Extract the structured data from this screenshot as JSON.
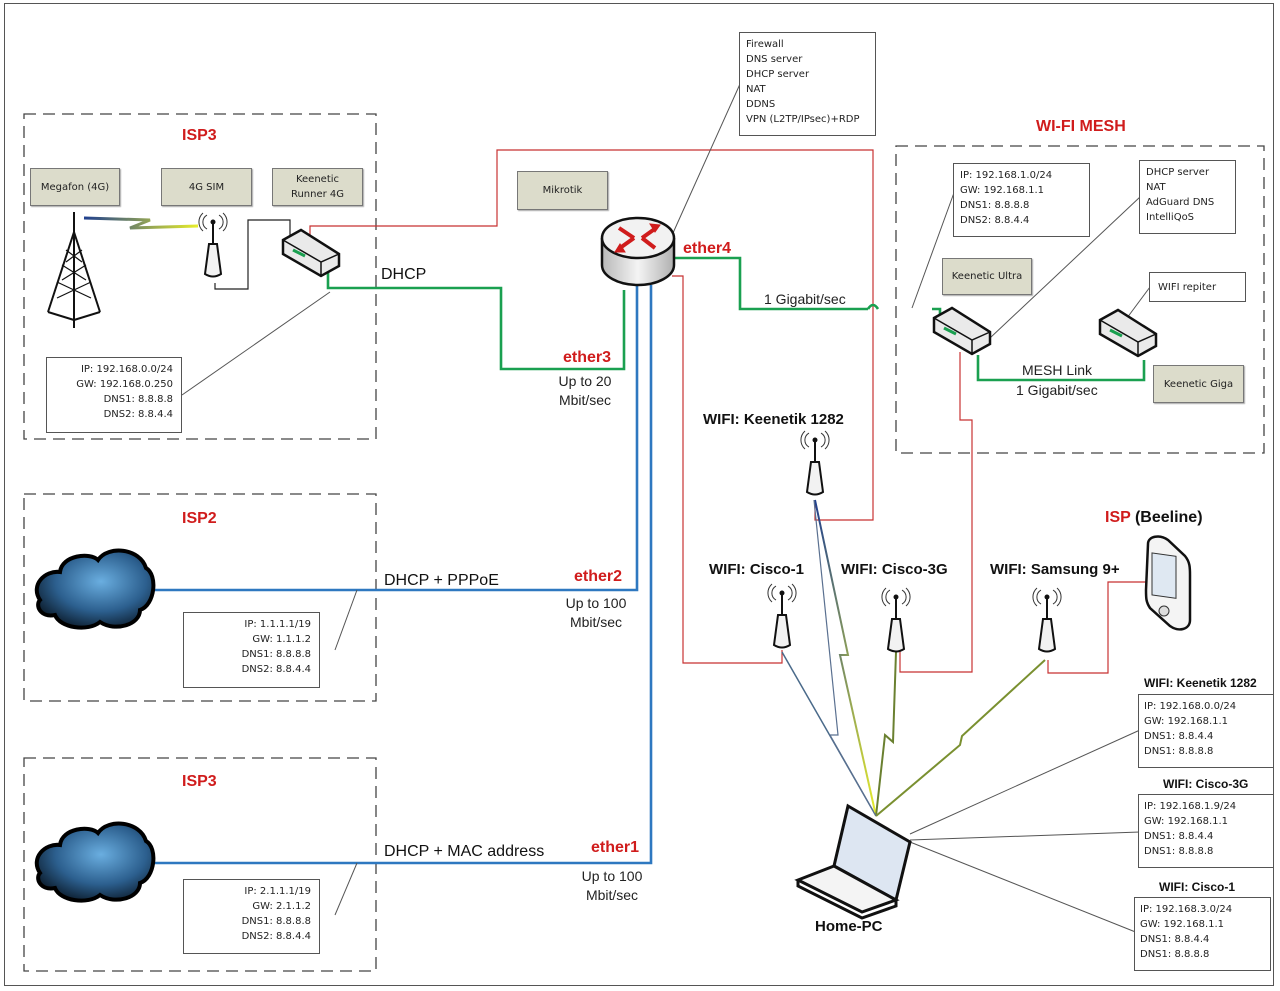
{
  "groups": {
    "isp3_top": {
      "title": "ISP3"
    },
    "isp2": {
      "title": "ISP2"
    },
    "isp3_bottom": {
      "title": "ISP3"
    },
    "mesh": {
      "title": "WI-FI MESH"
    }
  },
  "devices": {
    "megafon": {
      "label": "Megafon (4G)"
    },
    "sim": {
      "label": "4G SIM"
    },
    "runner": {
      "label_line1": "Keenetic",
      "label_line2": "Runner 4G"
    },
    "mikrotik": {
      "label": "Mikrotik"
    },
    "ultra": {
      "label": "Keenetic Ultra"
    },
    "giga": {
      "label": "Keenetic Giga"
    },
    "home_pc": {
      "label": "Home-PC"
    }
  },
  "mikrotik_services": [
    "Firewall",
    "DNS server",
    "DHCP server",
    "NAT",
    "DDNS",
    "VPN (L2TP/IPsec)+RDP"
  ],
  "ultra_services": [
    "DHCP server",
    "NAT",
    "AdGuard DNS",
    "IntelliQoS"
  ],
  "giga_note": "WIFI repiter",
  "isp3_top_config": [
    "IP: 192.168.0.0/24",
    "GW: 192.168.0.250",
    "DNS1: 8.8.8.8",
    "DNS2: 8.8.4.4"
  ],
  "isp2_config": [
    "IP: 1.1.1.1/19",
    "GW: 1.1.1.2",
    "DNS1: 8.8.8.8",
    "DNS2: 8.8.4.4"
  ],
  "isp3_bottom_config": [
    "IP: 2.1.1.1/19",
    "GW: 2.1.1.2",
    "DNS1: 8.8.8.8",
    "DNS2: 8.8.4.4"
  ],
  "mesh_config": [
    "IP: 192.168.1.0/24",
    "GW: 192.168.1.1",
    "DNS1: 8.8.8.8",
    "DNS2: 8.8.4.4"
  ],
  "links": {
    "ether3": {
      "port": "ether3",
      "protocol": "DHCP",
      "speed_line1": "Up to 20",
      "speed_line2": "Mbit/sec"
    },
    "ether2": {
      "port": "ether2",
      "protocol": "DHCP + PPPoE",
      "speed_line1": "Up to 100",
      "speed_line2": "Mbit/sec"
    },
    "ether1": {
      "port": "ether1",
      "protocol": "DHCP + MAC address",
      "speed_line1": "Up to 100",
      "speed_line2": "Mbit/sec"
    },
    "ether4": {
      "port": "ether4",
      "speed": "1 Gigabit/sec"
    },
    "mesh": {
      "label": "MESH Link",
      "speed": "1 Gigabit/sec"
    }
  },
  "wifi_aps": {
    "keenetik": "WIFI: Keenetik 1282",
    "cisco1": "WIFI: Cisco-1",
    "cisco3g": "WIFI: Cisco-3G",
    "samsung": "WIFI: Samsung 9+"
  },
  "isp_beeline": {
    "prefix": "ISP",
    "suffix": "(Beeline)"
  },
  "wifi_configs": [
    {
      "title": "WIFI: Keenetik 1282",
      "lines": [
        "IP: 192.168.0.0/24",
        "GW: 192.168.1.1",
        "DNS1: 8.8.4.4",
        "DNS1: 8.8.8.8"
      ]
    },
    {
      "title": "WIFI: Cisco-3G",
      "lines": [
        "IP: 192.168.1.9/24",
        "GW: 192.168.1.1",
        "DNS1: 8.8.4.4",
        "DNS1: 8.8.8.8"
      ]
    },
    {
      "title": "WIFI: Cisco-1",
      "lines": [
        "IP: 192.168.3.0/24",
        "GW: 192.168.1.1",
        "DNS1: 8.8.4.4",
        "DNS1: 8.8.8.8"
      ]
    }
  ],
  "colors": {
    "lan": "#1aa050",
    "wan": "#2e78c0",
    "power": "#c83232",
    "accent": "#d01c1c"
  }
}
